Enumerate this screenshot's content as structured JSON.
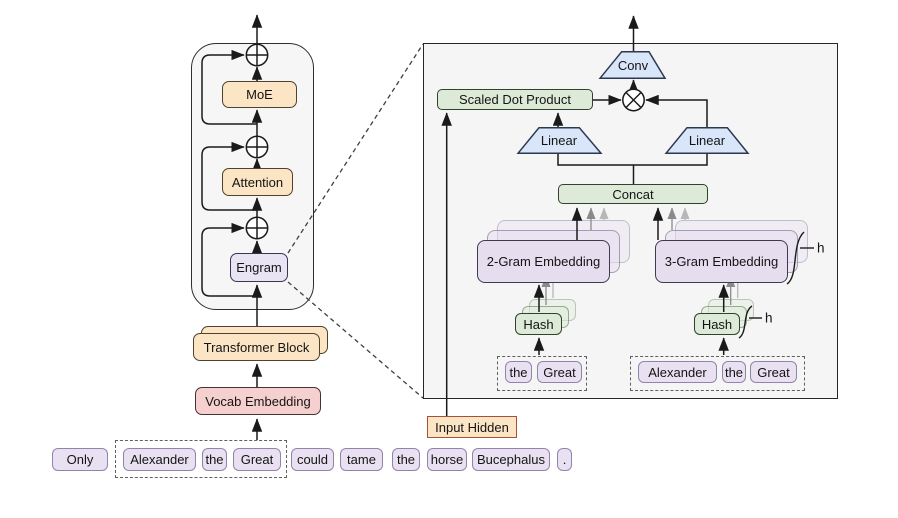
{
  "left": {
    "moe": "MoE",
    "attention": "Attention",
    "engram": "Engram",
    "transformer_block": "Transformer Block",
    "vocab_embedding": "Vocab Embedding",
    "tokens": [
      "Only",
      "Alexander",
      "the",
      "Great",
      "could",
      "tame",
      "the",
      "horse",
      "Bucephalus",
      "."
    ]
  },
  "panel": {
    "conv": "Conv",
    "scaled_dot_product": "Scaled Dot Product",
    "linear_left": "Linear",
    "linear_right": "Linear",
    "concat": "Concat",
    "two_gram": "2-Gram Embedding",
    "three_gram": "3-Gram Embedding",
    "hash_left": "Hash",
    "hash_right": "Hash",
    "h": "h",
    "bigram_tokens": [
      "the",
      "Great"
    ],
    "trigram_tokens": [
      "Alexander",
      "the",
      "Great"
    ],
    "input_hidden": "Input Hidden"
  },
  "icons": {
    "circle_plus": "residual-add-operator",
    "circle_times": "elementwise-multiply-operator"
  },
  "colors": {
    "block_orange": "#fbe5c4",
    "block_pink": "#f6d0ce",
    "block_lavender": "#e8e4f3",
    "block_green": "#dcead7",
    "block_purple": "#e6ddef",
    "trapezoid_blue": "#d9e5f8",
    "token_lavender": "#e9e1f2",
    "panel_gray": "#f5f5f5",
    "input_hidden_border": "#a3503c"
  }
}
